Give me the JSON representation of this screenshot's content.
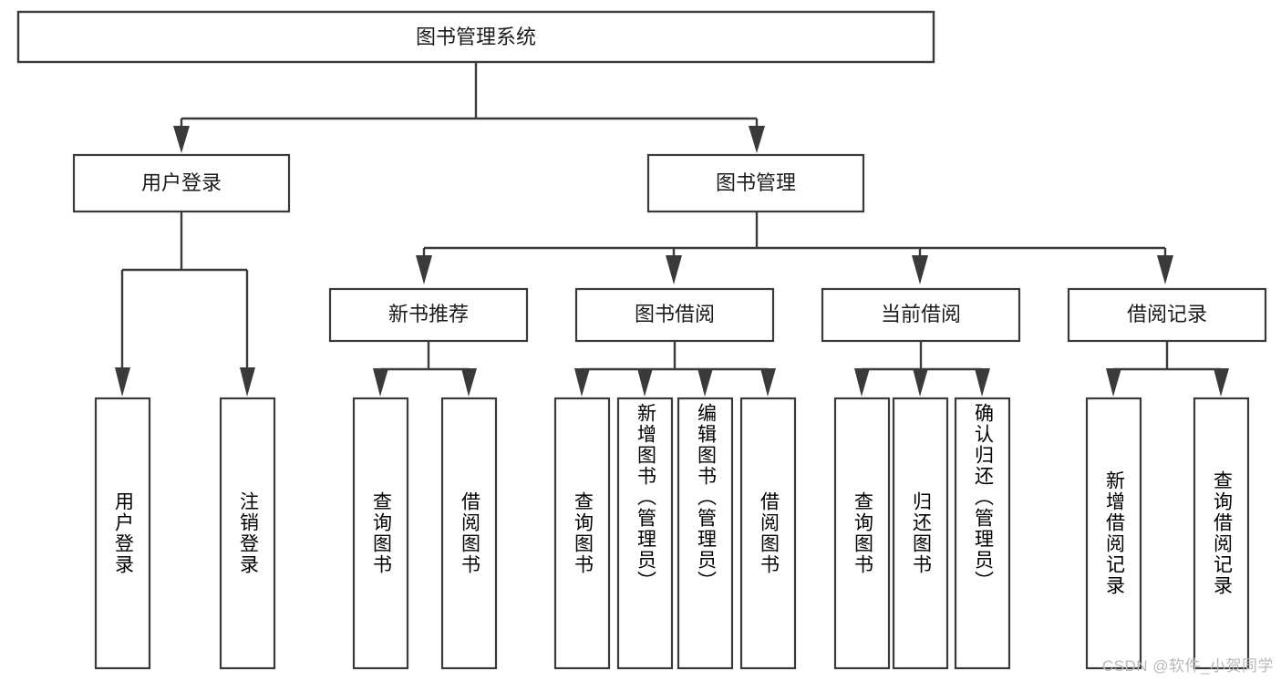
{
  "diagram": {
    "title": "图书管理系统",
    "type": "tree",
    "orientation": "top-down",
    "watermark": "CSDN @软件_小贺同学",
    "colors": {
      "box_fill": "#ffffff",
      "box_stroke": "#3a3a3a",
      "edge": "#3a3a3a",
      "text": "#1b1b1b",
      "watermark": "#b9b9b9",
      "background": "#ffffff"
    },
    "levels": {
      "root": {
        "label": "图书管理系统"
      },
      "level1": [
        {
          "label": "用户登录"
        },
        {
          "label": "图书管理"
        }
      ],
      "level2": [
        {
          "label": "新书推荐"
        },
        {
          "label": "图书借阅"
        },
        {
          "label": "当前借阅"
        },
        {
          "label": "借阅记录"
        }
      ],
      "leaves": {
        "user_login": [
          {
            "label": "用户登录"
          },
          {
            "label": "注销登录"
          }
        ],
        "new_book_recommend": [
          {
            "label": "查询图书"
          },
          {
            "label": "借阅图书"
          }
        ],
        "book_borrow": [
          {
            "label": "查询图书"
          },
          {
            "label": "新增图书（管理员）"
          },
          {
            "label": "编辑图书（管理员）"
          },
          {
            "label": "借阅图书"
          }
        ],
        "current_borrow": [
          {
            "label": "查询图书"
          },
          {
            "label": "归还图书"
          },
          {
            "label": "确认归还（管理员）"
          }
        ],
        "borrow_record": [
          {
            "label": "新增借阅记录"
          },
          {
            "label": "查询借阅记录"
          }
        ]
      }
    }
  }
}
